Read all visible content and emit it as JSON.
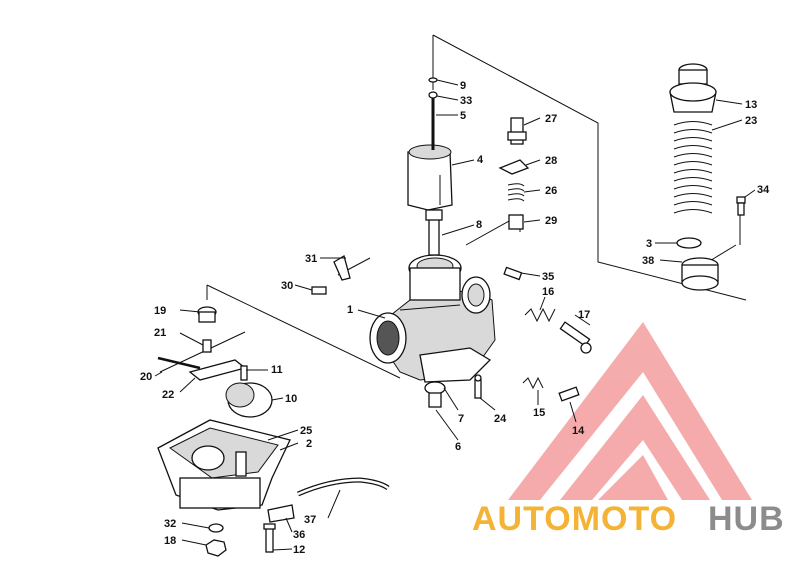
{
  "callouts": {
    "c1": "1",
    "c2": "2",
    "c3": "3",
    "c4": "4",
    "c5": "5",
    "c6": "6",
    "c7": "7",
    "c8": "8",
    "c9": "9",
    "c10": "10",
    "c11": "11",
    "c12": "12",
    "c13": "13",
    "c14": "14",
    "c15": "15",
    "c16": "16",
    "c17": "17",
    "c18": "18",
    "c19": "19",
    "c20": "20",
    "c21": "21",
    "c22": "22",
    "c23": "23",
    "c24": "24",
    "c25": "25",
    "c26": "26",
    "c27": "27",
    "c28": "28",
    "c29": "29",
    "c30": "30",
    "c31": "31",
    "c32": "32",
    "c33": "33",
    "c34": "34",
    "c35": "35",
    "c36": "36",
    "c37": "37",
    "c38": "38"
  },
  "watermark": {
    "word1": "AUTOMOTO",
    "word2": "HUB",
    "color_primary": "#f28c8c",
    "color_secondary": "#f5b335",
    "color_text_dark": "#8c8c8c"
  }
}
